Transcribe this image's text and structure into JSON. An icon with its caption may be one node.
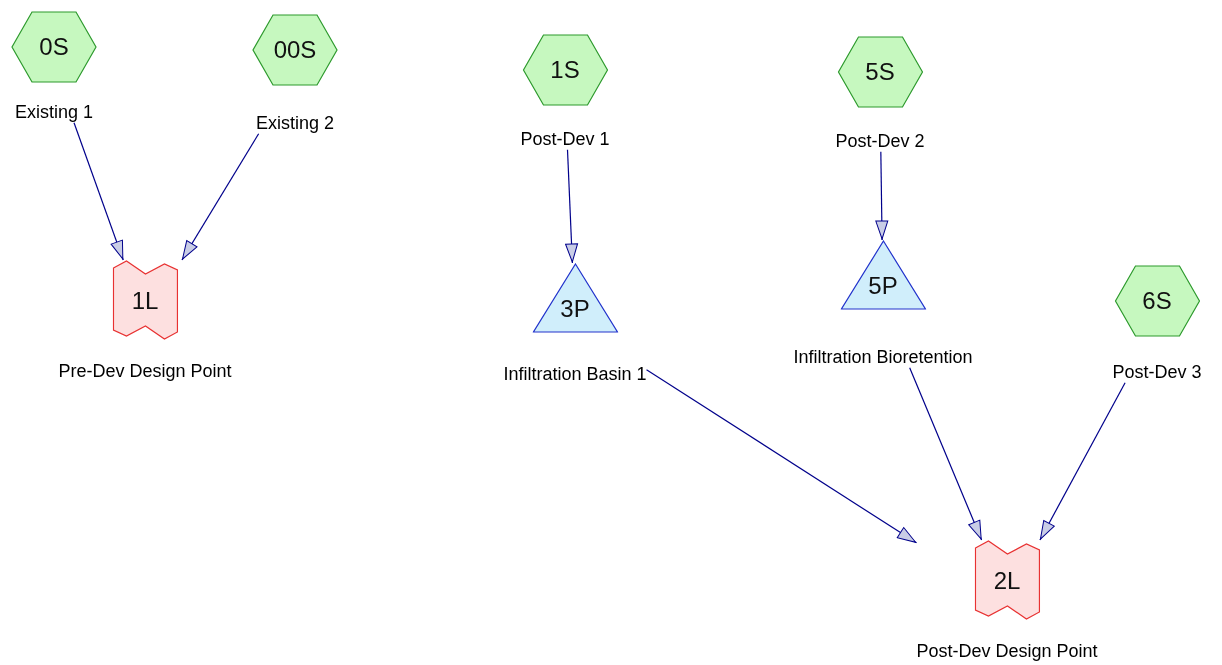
{
  "diagram": {
    "nodes": [
      {
        "text": [
          "0S"
        ],
        "beside": [
          "Existing 1"
        ]
      },
      {
        "text": [
          "00S"
        ],
        "beside": [
          "Existing 2"
        ]
      },
      {
        "text": [
          "1L"
        ],
        "beside": [
          "Pre-Dev Design Point"
        ]
      },
      {
        "text": [
          "1S"
        ],
        "beside": [
          "Post-Dev 1"
        ]
      },
      {
        "text": [
          "5S"
        ],
        "beside": [
          "Post-Dev 2"
        ]
      },
      {
        "text": [
          "3P"
        ],
        "beside": [
          "Infiltration Basin 1"
        ]
      },
      {
        "text": [
          "5P"
        ],
        "beside": [
          "Infiltration Bioretention"
        ]
      },
      {
        "text": [
          "6S"
        ],
        "beside": [
          "Post-Dev 3"
        ]
      },
      {
        "text": [
          "2L"
        ],
        "beside": [
          "Post-Dev Design Point"
        ]
      }
    ],
    "edges": [
      {
        "from": 0,
        "to": 2,
        "arrow": "to"
      },
      {
        "from": 1,
        "to": 2,
        "arrow": "to"
      },
      {
        "from": 3,
        "to": 5,
        "arrow": "to"
      },
      {
        "from": 4,
        "to": 6,
        "arrow": "to"
      },
      {
        "from": 5,
        "to": 8,
        "arrow": "to"
      },
      {
        "from": 6,
        "to": 8,
        "arrow": "to"
      },
      {
        "from": 7,
        "to": 8,
        "arrow": "to"
      }
    ]
  }
}
